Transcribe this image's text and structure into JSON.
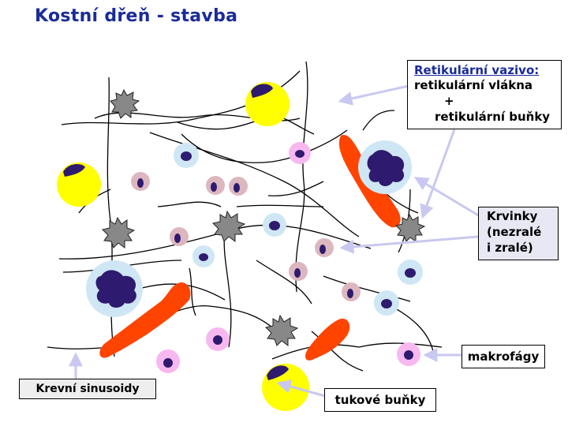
{
  "title": "Kostní dřeň - stavba",
  "labels": {
    "reticular": {
      "line1": "Retikulární vazivo:",
      "line2": "retikulární vlákna",
      "line3": "+",
      "line4": "retikulární buňky"
    },
    "krvinky": {
      "line1": "Krvinky",
      "line2": "(nezralé",
      "line3": "i zralé)"
    },
    "makrofagy": "makrofágy",
    "sinusoidy": "Krevní sinusoidy",
    "tukove": "tukové buňky"
  },
  "colors": {
    "title": "#1a2b9a",
    "fat_cell": "#ffff00",
    "sinusoid": "#ff4400",
    "macrophage": "#888888",
    "nucleus": "#2e1a6e",
    "cell_blue": "#cfe6f5",
    "cell_pink": "#f7b8f0",
    "cell_mauve": "#dcb7bf",
    "arrow": "#c8c8f0",
    "fiber": "#000000"
  },
  "icons": [
    "fat-cell-icon",
    "sinusoid-icon",
    "macrophage-icon",
    "blood-cell-icon",
    "megakaryocyte-icon"
  ]
}
